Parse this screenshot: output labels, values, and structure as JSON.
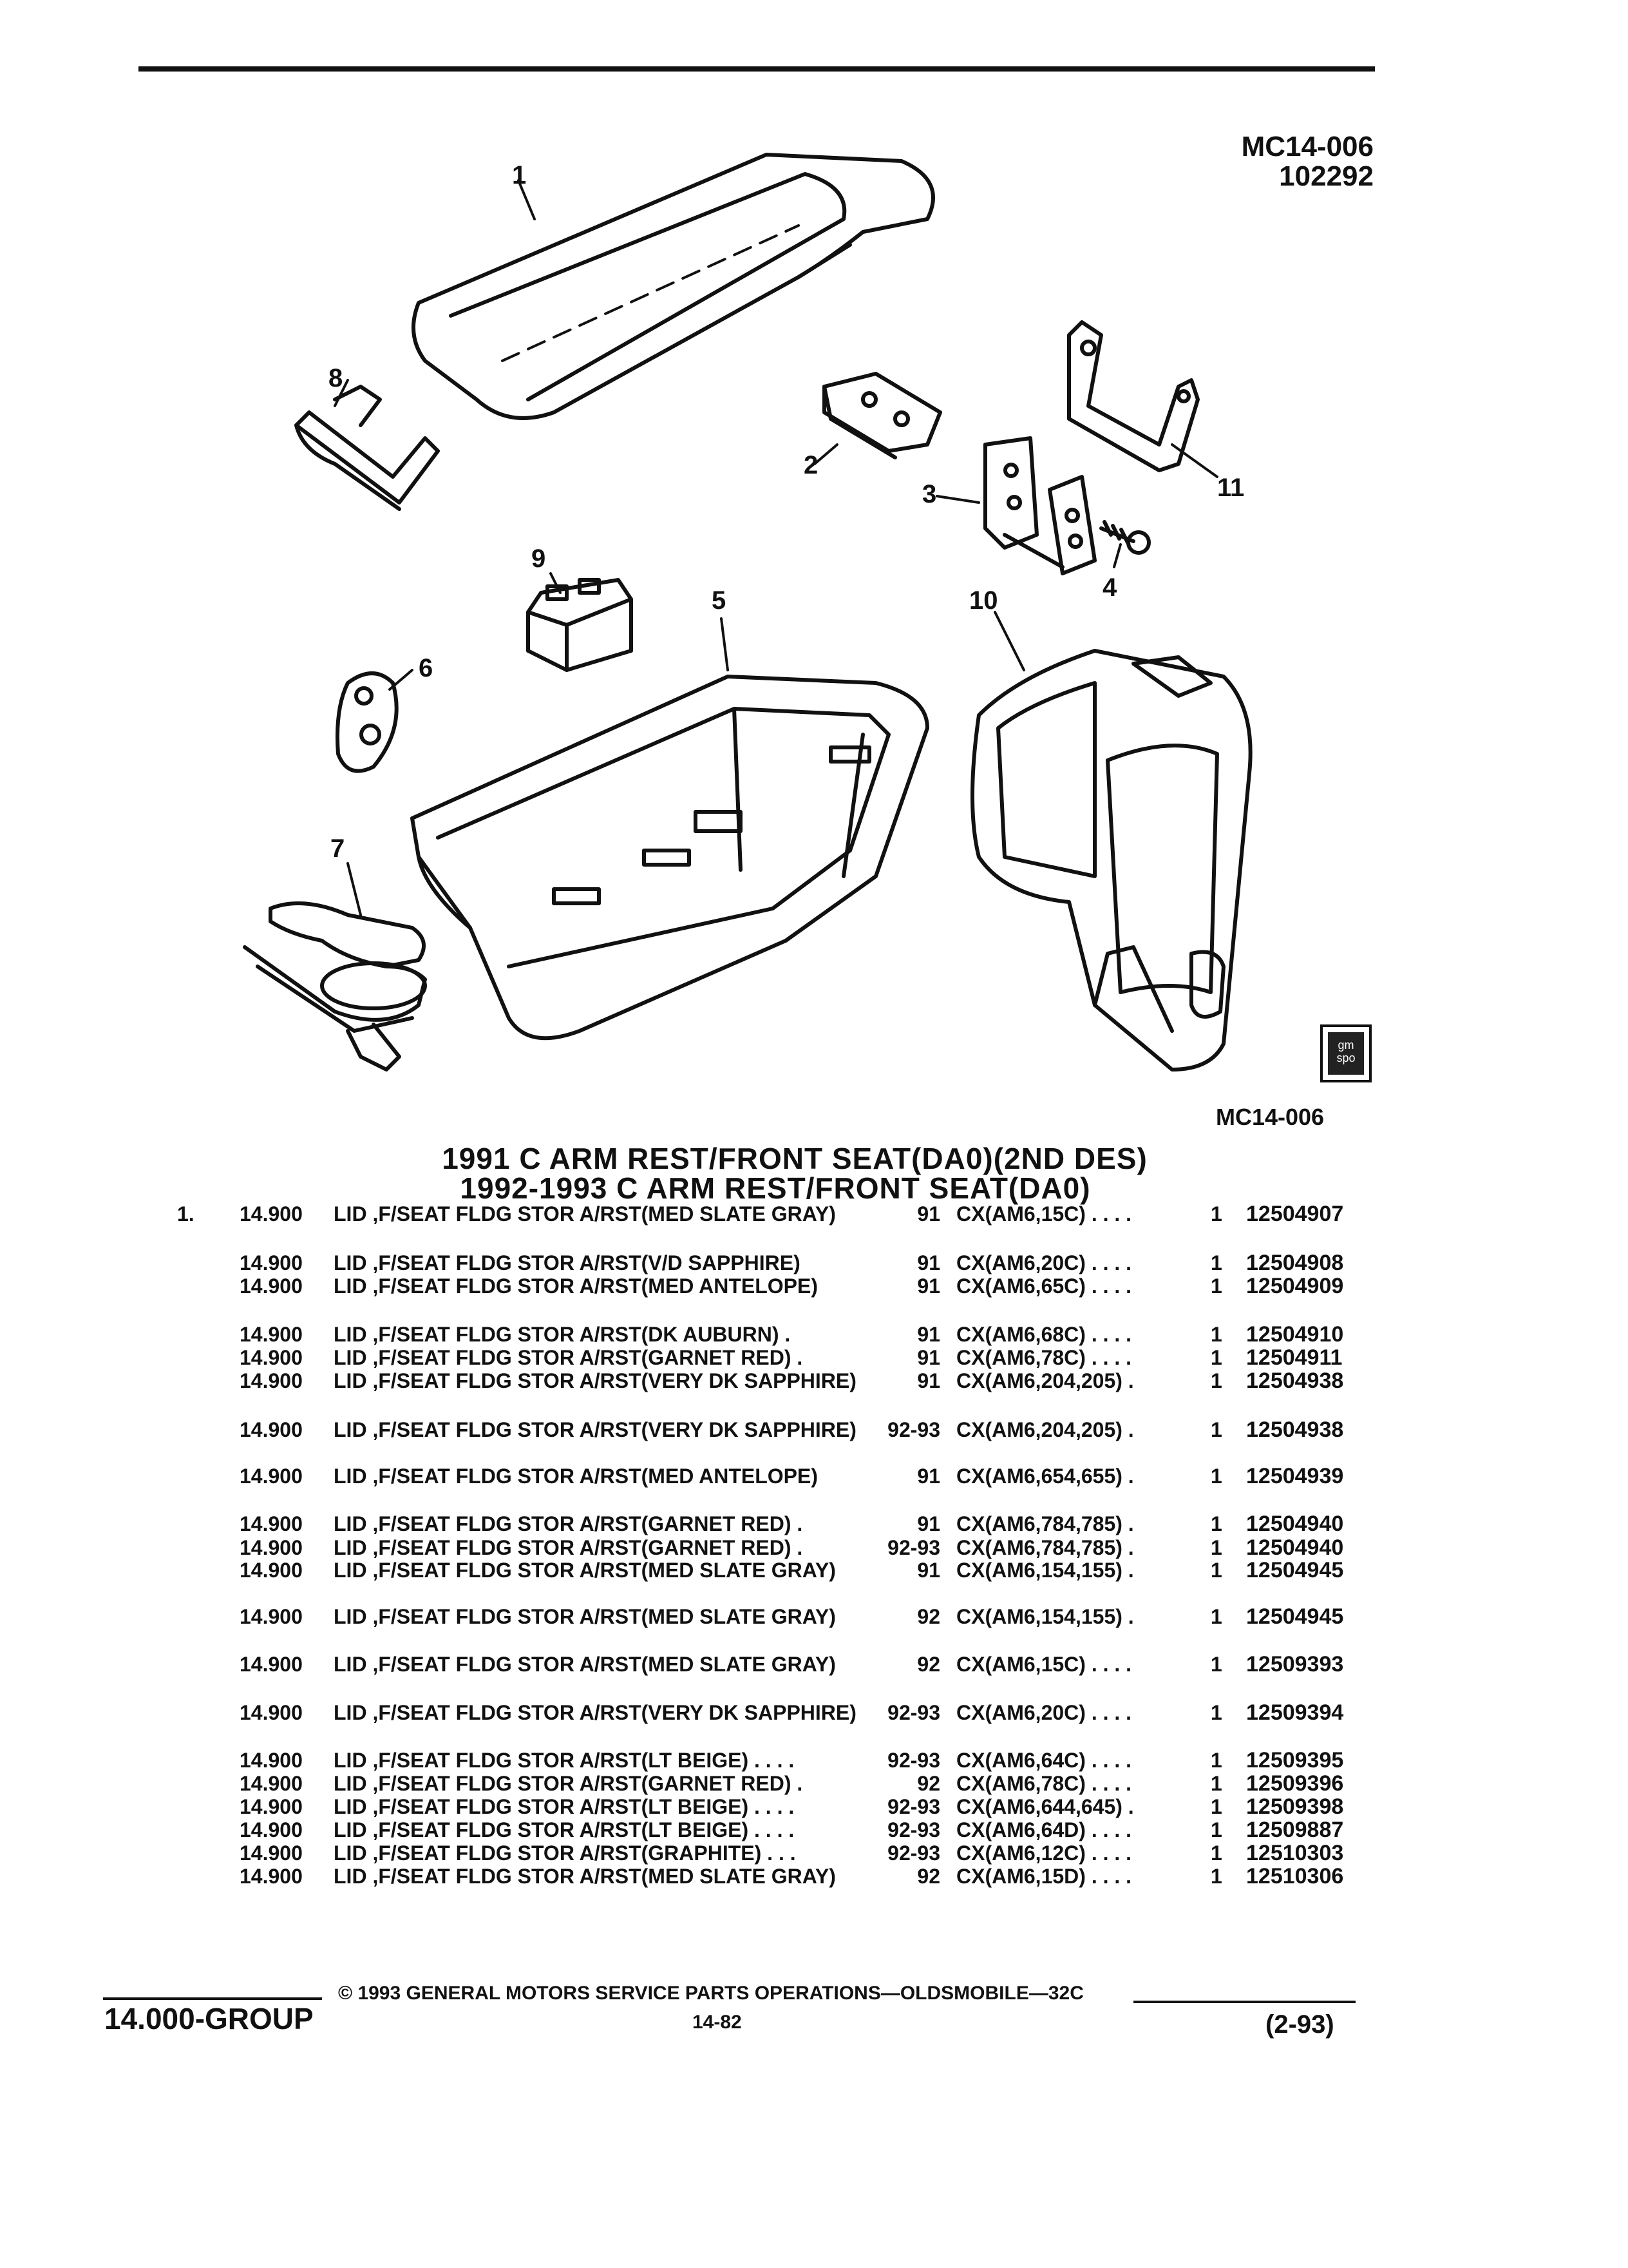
{
  "header": {
    "code": "MC14-006",
    "number": "102292"
  },
  "diagram": {
    "callouts": [
      "1",
      "2",
      "3",
      "4",
      "5",
      "6",
      "7",
      "8",
      "9",
      "10",
      "11"
    ],
    "caption": "MC14-006",
    "logo_text": "gm spo"
  },
  "titles": {
    "line1": "1991 C ARM REST/FRONT SEAT(DA0)(2ND DES)",
    "line2": "1992-1993 C ARM REST/FRONT SEAT(DA0)"
  },
  "rows": [
    {
      "num": "1.",
      "group": "14.900",
      "desc": "LID ,F/SEAT FLDG STOR A/RST(MED SLATE GRAY)",
      "year": "91",
      "app": "CX(AM6,15C)  . . . .",
      "qty": "1",
      "part": "12504907"
    },
    {
      "num": "",
      "group": "14.900",
      "desc": "LID ,F/SEAT FLDG STOR A/RST(V/D SAPPHIRE)",
      "year": "91",
      "app": "CX(AM6,20C)  . . . .",
      "qty": "1",
      "part": "12504908"
    },
    {
      "num": "",
      "group": "14.900",
      "desc": "LID ,F/SEAT FLDG STOR A/RST(MED ANTELOPE)",
      "year": "91",
      "app": "CX(AM6,65C)  . . . .",
      "qty": "1",
      "part": "12504909"
    },
    {
      "num": "",
      "group": "14.900",
      "desc": "LID ,F/SEAT FLDG STOR A/RST(DK AUBURN)  .",
      "year": "91",
      "app": "CX(AM6,68C)  . . . .",
      "qty": "1",
      "part": "12504910"
    },
    {
      "num": "",
      "group": "14.900",
      "desc": "LID ,F/SEAT FLDG STOR A/RST(GARNET RED)  .",
      "year": "91",
      "app": "CX(AM6,78C)  . . . .",
      "qty": "1",
      "part": "12504911"
    },
    {
      "num": "",
      "group": "14.900",
      "desc": "LID ,F/SEAT FLDG STOR A/RST(VERY DK SAPPHIRE)",
      "year": "91",
      "app": "CX(AM6,204,205)  .",
      "qty": "1",
      "part": "12504938"
    },
    {
      "num": "",
      "group": "14.900",
      "desc": "LID ,F/SEAT FLDG STOR A/RST(VERY DK SAPPHIRE)",
      "year": "92-93",
      "app": "CX(AM6,204,205)  .",
      "qty": "1",
      "part": "12504938"
    },
    {
      "num": "",
      "group": "14.900",
      "desc": "LID ,F/SEAT FLDG STOR A/RST(MED ANTELOPE)",
      "year": "91",
      "app": "CX(AM6,654,655)  .",
      "qty": "1",
      "part": "12504939"
    },
    {
      "num": "",
      "group": "14.900",
      "desc": "LID ,F/SEAT FLDG STOR A/RST(GARNET RED)  .",
      "year": "91",
      "app": "CX(AM6,784,785)  .",
      "qty": "1",
      "part": "12504940"
    },
    {
      "num": "",
      "group": "14.900",
      "desc": "LID ,F/SEAT FLDG STOR A/RST(GARNET RED)  .",
      "year": "92-93",
      "app": "CX(AM6,784,785)  .",
      "qty": "1",
      "part": "12504940"
    },
    {
      "num": "",
      "group": "14.900",
      "desc": "LID ,F/SEAT FLDG STOR A/RST(MED SLATE GRAY)",
      "year": "91",
      "app": "CX(AM6,154,155)  .",
      "qty": "1",
      "part": "12504945"
    },
    {
      "num": "",
      "group": "14.900",
      "desc": "LID ,F/SEAT FLDG STOR A/RST(MED SLATE GRAY)",
      "year": "92",
      "app": "CX(AM6,154,155)  .",
      "qty": "1",
      "part": "12504945"
    },
    {
      "num": "",
      "group": "14.900",
      "desc": "LID ,F/SEAT FLDG STOR A/RST(MED SLATE GRAY)",
      "year": "92",
      "app": "CX(AM6,15C)  . . . .",
      "qty": "1",
      "part": "12509393"
    },
    {
      "num": "",
      "group": "14.900",
      "desc": "LID ,F/SEAT FLDG STOR A/RST(VERY DK SAPPHIRE)",
      "year": "92-93",
      "app": "CX(AM6,20C)  . . . .",
      "qty": "1",
      "part": "12509394"
    },
    {
      "num": "",
      "group": "14.900",
      "desc": "LID ,F/SEAT FLDG STOR A/RST(LT BEIGE)  . . . .",
      "year": "92-93",
      "app": "CX(AM6,64C)  . . . .",
      "qty": "1",
      "part": "12509395"
    },
    {
      "num": "",
      "group": "14.900",
      "desc": "LID ,F/SEAT FLDG STOR A/RST(GARNET RED)  .",
      "year": "92",
      "app": "CX(AM6,78C)  . . . .",
      "qty": "1",
      "part": "12509396"
    },
    {
      "num": "",
      "group": "14.900",
      "desc": "LID ,F/SEAT FLDG STOR A/RST(LT BEIGE)  . . . .",
      "year": "92-93",
      "app": "CX(AM6,644,645)  .",
      "qty": "1",
      "part": "12509398"
    },
    {
      "num": "",
      "group": "14.900",
      "desc": "LID ,F/SEAT FLDG STOR A/RST(LT BEIGE)  . . . .",
      "year": "92-93",
      "app": "CX(AM6,64D)  . . . .",
      "qty": "1",
      "part": "12509887"
    },
    {
      "num": "",
      "group": "14.900",
      "desc": "LID ,F/SEAT FLDG STOR A/RST(GRAPHITE)  . . .",
      "year": "92-93",
      "app": "CX(AM6,12C)  . . . .",
      "qty": "1",
      "part": "12510303"
    },
    {
      "num": "",
      "group": "14.900",
      "desc": "LID ,F/SEAT FLDG STOR A/RST(MED SLATE GRAY)",
      "year": "92",
      "app": "CX(AM6,15D)  . . . .",
      "qty": "1",
      "part": "12510306"
    }
  ],
  "footer": {
    "group": "14.000-GROUP",
    "copyright": "© 1993  GENERAL MOTORS SERVICE PARTS OPERATIONS—OLDSMOBILE—32C",
    "page": "14-82",
    "date": "(2-93)"
  }
}
